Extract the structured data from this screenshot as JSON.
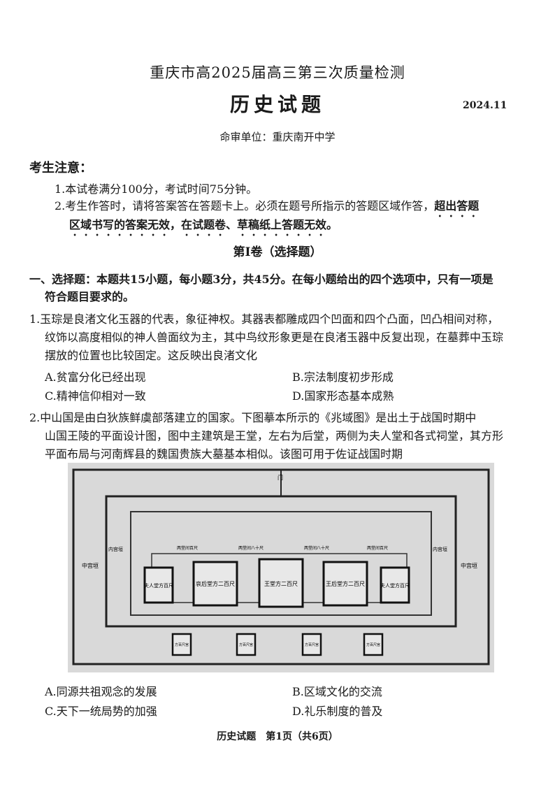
{
  "header": {
    "exam_title": "重庆市高2025届高三第三次质量检测",
    "subject_title": "历史试题",
    "date": "2024.11",
    "setter": "命审单位：重庆南开中学"
  },
  "notice": {
    "heading": "考生注意：",
    "item1": "1.本试卷满分100分，考试时间75分钟。",
    "item2_part1": "2.考生作答时，请将答案答在答题卡上。必须在题号所指示的答题区域作答，",
    "item2_emph1": "超出答题",
    "item2_emph2": "区域书写的答案无效，在试题卷、草稿纸上答题无效。"
  },
  "section": {
    "title": "第Ⅰ卷（选择题）",
    "instruction_line1": "一、选择题：本题共15小题，每小题3分，共45分。在每小题给出的四个选项中，只有一项是",
    "instruction_line2": "符合题目要求的。"
  },
  "q1": {
    "line1": "1.玉琮是良渚文化玉器的代表，象征神权。其器表都雕成四个凹面和四个凸面，凹凸相间对称，",
    "line2": "纹饰以高度相似的神人兽面纹为主，其中鸟纹形象更是在良渚玉器中反复出现，在墓葬中玉琮",
    "line3": "摆放的位置也比较固定。这反映出良渚文化",
    "option_a": "A.贫富分化已经出现",
    "option_b": "B.宗法制度初步形成",
    "option_c": "C.精神信仰相对一致",
    "option_d": "D.国家形态基本成熟"
  },
  "q2": {
    "line1": "2.中山国是由白狄族鲜虞部落建立的国家。下图摹本所示的《兆域图》是出土于战国时期中",
    "line2": "山国王陵的平面设计图，图中主建筑是王堂，左右为后堂，两侧为夫人堂和各式祠堂，其方形",
    "line3": "平面布局与河南辉县的魏国贵族大墓基本相似。该图可用于佐证战国时期",
    "figure": {
      "c1": "夫人堂方百尺",
      "c2": "哀后堂方二百尺",
      "c3": "王堂方二百尺",
      "c4": "王后堂方二百尺",
      "c5": "夫人堂方百尺",
      "t1": "中宫垣",
      "t2": "中宫垣",
      "t3": "内宫垣",
      "t4": "内宫垣",
      "t5": "门",
      "t6": "两堂间百尺",
      "t7": "两堂间百尺",
      "t8": "两堂间八十尺",
      "t9": "两堂间八十尺",
      "b1": "方百尺宫",
      "b2": "方百尺宫",
      "b3": "方百尺宫",
      "b4": "方百尺宫"
    },
    "option_a": "A.同源共祖观念的发展",
    "option_b": "B.区域文化的交流",
    "option_c": "C.天下一统局势的加强",
    "option_d": "D.礼乐制度的普及"
  },
  "footer": "历史试题　第1页（共6页）"
}
